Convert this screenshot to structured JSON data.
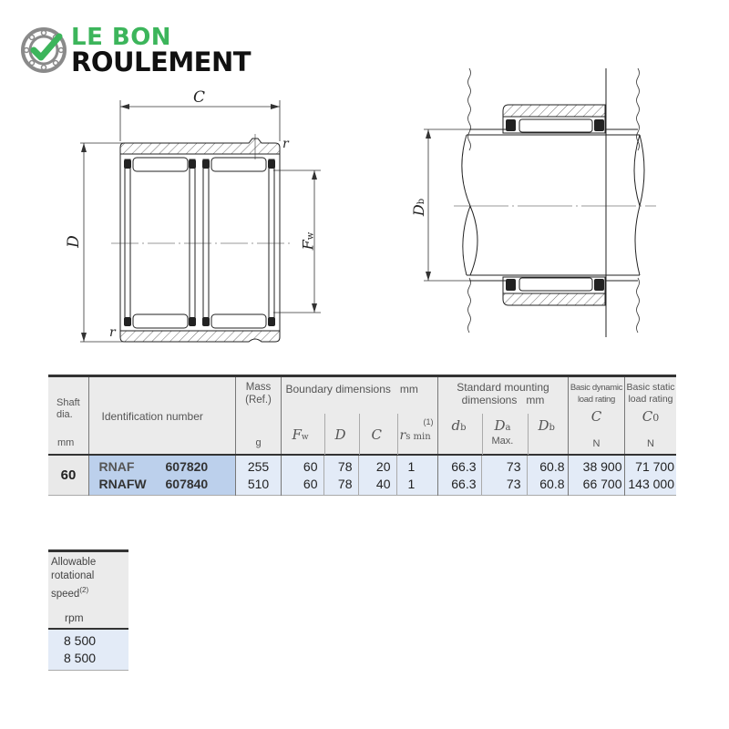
{
  "logo": {
    "line1": "LE BON",
    "line2": "ROULEMENT",
    "colors": {
      "green": "#3cb55b",
      "black": "#111111",
      "gray": "#8a8a8a"
    }
  },
  "drawing_left": {
    "label_C": "C",
    "label_D": "D",
    "label_Fw": "F",
    "label_Fw_sub": "w",
    "label_r_top": "r",
    "label_r_bottom": "r"
  },
  "drawing_right": {
    "label_Db": "D",
    "label_Db_sub": "b"
  },
  "table": {
    "headers": {
      "shaft": {
        "line1": "Shaft",
        "line2": "dia.",
        "unit": "mm"
      },
      "id": {
        "label": "Identification number"
      },
      "mass": {
        "line1": "Mass",
        "line2": "(Ref.)",
        "unit": "g"
      },
      "boundary": {
        "label": "Boundary dimensions",
        "unit": "mm"
      },
      "fw": {
        "sym": "F",
        "sub": "w"
      },
      "d": {
        "sym": "D"
      },
      "c": {
        "sym": "C"
      },
      "rs": {
        "sym": "r",
        "sub": "s min",
        "note": "(1)"
      },
      "mounting": {
        "line1": "Standard mounting",
        "line2": "dimensions",
        "unit": "mm"
      },
      "db": {
        "sym": "d",
        "sub": "b"
      },
      "da": {
        "sym": "D",
        "sub": "a",
        "note": "Max."
      },
      "Db": {
        "sym": "D",
        "sub": "b"
      },
      "dyn": {
        "line1": "Basic dynamic",
        "line2": "load rating",
        "sym": "C",
        "unit": "N"
      },
      "stat": {
        "line1": "Basic static",
        "line2": "load rating",
        "sym": "C",
        "sub": "0",
        "unit": "N"
      }
    },
    "shaft_dia": "60",
    "rows": [
      {
        "series": "RNAF",
        "number": "607820",
        "mass": "255",
        "fw": "60",
        "d": "78",
        "c": "20",
        "rs": "1",
        "db": "66.3",
        "da": "73",
        "Db": "60.8",
        "dyn": "38 900",
        "stat": "71 700"
      },
      {
        "series": "RNAFW",
        "number": "607840",
        "mass": "510",
        "fw": "60",
        "d": "78",
        "c": "40",
        "rs": "1",
        "db": "66.3",
        "da": "73",
        "Db": "60.8",
        "dyn": "66 700",
        "stat": "143 000"
      }
    ]
  },
  "speed_table": {
    "line1": "Allowable",
    "line2": "rotational",
    "line3": "speed",
    "note": "(2)",
    "unit": "rpm",
    "values": [
      "8 500",
      "8 500"
    ]
  }
}
